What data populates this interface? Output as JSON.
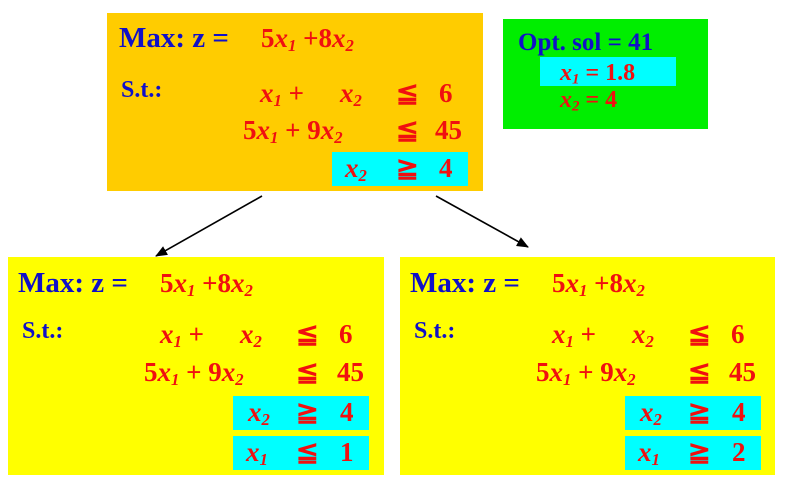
{
  "root": {
    "objective_label": "Max: z =",
    "objective": {
      "c1": "5",
      "v1": "x",
      "s1": "1",
      "op": "+",
      "c2": "8",
      "v2": "x",
      "s2": "2"
    },
    "st_label": "S.t.:",
    "constraints": [
      {
        "c1": "",
        "v1": "x",
        "s1": "1",
        "op": "+",
        "c2": "",
        "v2": "x",
        "s2": "2",
        "rel": "≦",
        "rhs": "6"
      },
      {
        "c1": "5",
        "v1": "x",
        "s1": "1",
        "op": "+",
        "c2": "9",
        "v2": "x",
        "s2": "2",
        "rel": "≦",
        "rhs": "45"
      }
    ],
    "added": [
      {
        "v": "x",
        "s": "2",
        "rel": "≧",
        "rhs": "4"
      }
    ]
  },
  "solution": {
    "title": "Opt. sol = 41",
    "values": [
      {
        "v": "x",
        "s": "1",
        "eq": "= 1.8"
      },
      {
        "v": "x",
        "s": "2",
        "eq": "= 4"
      }
    ]
  },
  "left": {
    "objective_label": "Max: z =",
    "objective": {
      "c1": "5",
      "v1": "x",
      "s1": "1",
      "op": "+",
      "c2": "8",
      "v2": "x",
      "s2": "2"
    },
    "st_label": "S.t.:",
    "constraints": [
      {
        "c1": "",
        "v1": "x",
        "s1": "1",
        "op": "+",
        "c2": "",
        "v2": "x",
        "s2": "2",
        "rel": "≦",
        "rhs": "6"
      },
      {
        "c1": "5",
        "v1": "x",
        "s1": "1",
        "op": "+",
        "c2": "9",
        "v2": "x",
        "s2": "2",
        "rel": "≦",
        "rhs": "45"
      }
    ],
    "added": [
      {
        "v": "x",
        "s": "2",
        "rel": "≧",
        "rhs": "4"
      },
      {
        "v": "x",
        "s": "1",
        "rel": "≦",
        "rhs": "1"
      }
    ]
  },
  "right": {
    "objective_label": "Max: z =",
    "objective": {
      "c1": "5",
      "v1": "x",
      "s1": "1",
      "op": "+",
      "c2": "8",
      "v2": "x",
      "s2": "2"
    },
    "st_label": "S.t.:",
    "constraints": [
      {
        "c1": "",
        "v1": "x",
        "s1": "1",
        "op": "+",
        "c2": "",
        "v2": "x",
        "s2": "2",
        "rel": "≦",
        "rhs": "6"
      },
      {
        "c1": "5",
        "v1": "x",
        "s1": "1",
        "op": "+",
        "c2": "9",
        "v2": "x",
        "s2": "2",
        "rel": "≦",
        "rhs": "45"
      }
    ],
    "added": [
      {
        "v": "x",
        "s": "2",
        "rel": "≧",
        "rhs": "4"
      },
      {
        "v": "x",
        "s": "1",
        "rel": "≧",
        "rhs": "2"
      }
    ]
  },
  "colors": {
    "root_box": "#ffcc00",
    "child_box": "#ffff00",
    "solution_box": "#00ee00",
    "highlight": "#00ffff",
    "label_text": "#1010c8",
    "math_text": "#f01010"
  }
}
